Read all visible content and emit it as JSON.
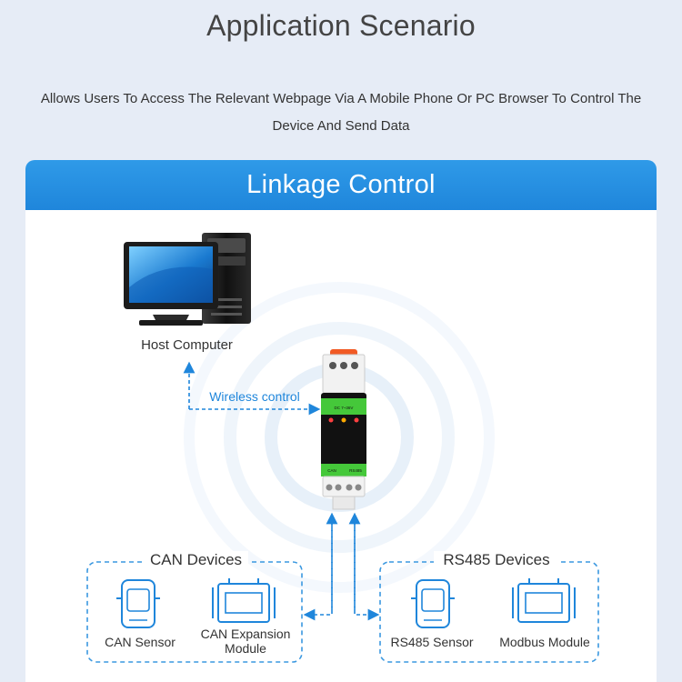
{
  "page": {
    "title": "Application Scenario",
    "description": "Allows Users To Access The Relevant Webpage Via A Mobile Phone Or PC Browser To Control The Device And Send Data"
  },
  "card": {
    "title": "Linkage Control"
  },
  "diagram": {
    "host_label": "Host Computer",
    "wireless_label": "Wireless control",
    "can_group": {
      "title": "CAN Devices",
      "sensor_label": "CAN Sensor",
      "expansion_label": "CAN Expansion Module"
    },
    "rs485_group": {
      "title": "RS485 Devices",
      "sensor_label": "RS485 Sensor",
      "modbus_label": "Modbus Module"
    },
    "device_marks": {
      "dc_input": "DC 7~36V",
      "can_port": "CAN",
      "rs485_port": "RS485"
    }
  },
  "colors": {
    "accent": "#1f86db",
    "header_bg": "#2f9ae8",
    "page_bg": "#e6ecf6",
    "device_green": "#45c83a"
  }
}
